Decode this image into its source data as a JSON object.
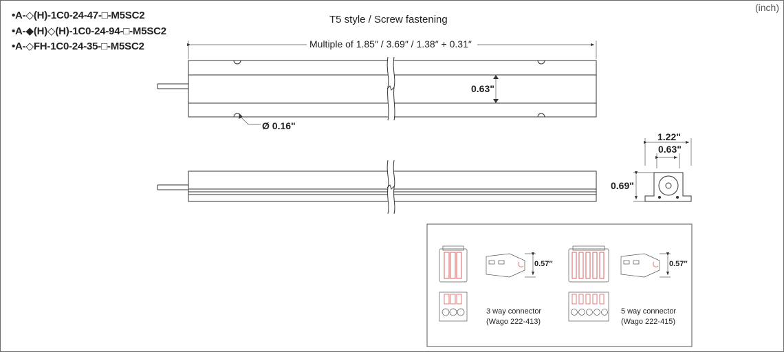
{
  "unit_label": "(inch)",
  "part_numbers": [
    "•A-◇(H)-1C0-24-47-□-M5SC2",
    "•A-◆(H)◇(H)-1C0-24-94-□-M5SC2",
    "•A-◇FH-1C0-24-35-□-M5SC2"
  ],
  "top_view": {
    "title": "T5 style / Screw fastening",
    "length_label": "Multiple of  1.85″ / 3.69″ / 1.38″ + 0.31″",
    "height_label": "0.63\"",
    "hole_label": "Ø 0.16\""
  },
  "end_view": {
    "width_label": "1.22\"",
    "inner_width_label": "0.63\"",
    "height_label": "0.69\""
  },
  "connectors": [
    {
      "name": "3 way connector",
      "model": "(Wago 222-413)",
      "height_label": "0.57″",
      "levers": 3
    },
    {
      "name": "5 way connector",
      "model": "(Wago 222-415)",
      "height_label": "0.57″",
      "levers": 5
    }
  ],
  "colors": {
    "line": "#333333",
    "lever": "#e07a7a",
    "border": "#6a6a6a"
  }
}
